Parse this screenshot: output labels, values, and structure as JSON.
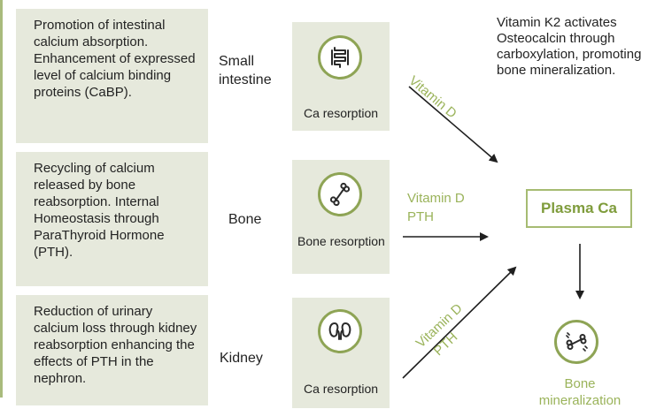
{
  "rows": [
    {
      "description": "Promotion of intestinal calcium absorption. Enhancement of expressed level of calcium binding proteins (CaBP).",
      "organ": "Small intestine",
      "box_label": "Ca resorption",
      "icon": "intestine-icon"
    },
    {
      "description": "Recycling of calcium released by bone reabsorption. Internal Homeostasis through ParaThyroid Hormone (PTH).",
      "organ": "Bone",
      "box_label": "Bone resorption",
      "icon": "bone-icon"
    },
    {
      "description": "Reduction of urinary calcium loss through kidney reabsorption enhancing the effects of PTH in the nephron.",
      "organ": "Kidney",
      "box_label": "Ca resorption",
      "icon": "kidney-icon"
    }
  ],
  "arrow_labels": {
    "top": "Vitamin D",
    "middle_line1": "Vitamin D",
    "middle_line2": "PTH",
    "bottom_line1": "Vitamin D",
    "bottom_line2": "PTH"
  },
  "note": "Vitamin K2 activates Osteocalcin through carboxylation, promoting bone mineralization.",
  "plasma_label": "Plasma Ca",
  "mineralization": {
    "icon": "bone-icon",
    "label_line1": "Bone",
    "label_line2": "mineralization"
  },
  "colors": {
    "accent_green": "#9ab35a",
    "icon_green": "#8ea455",
    "panel_fill": "#e6e9dc"
  }
}
